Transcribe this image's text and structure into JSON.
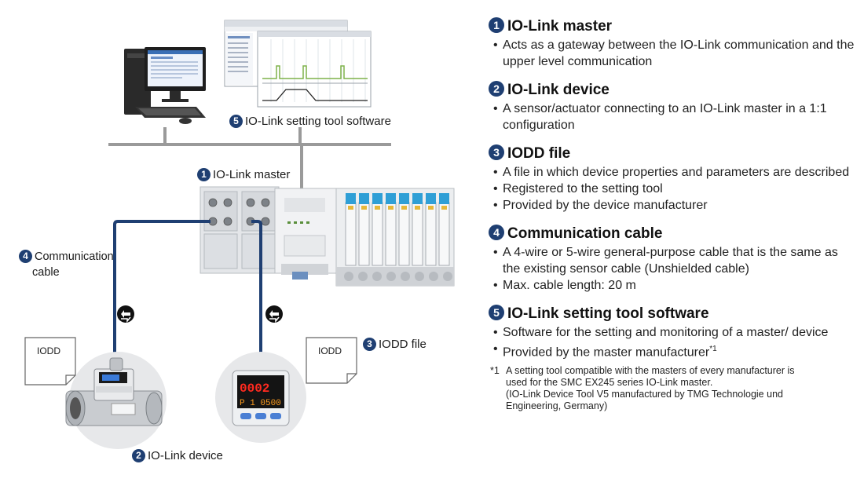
{
  "diagram": {
    "software_label": "IO-Link setting tool software",
    "software_badge": "5",
    "master_label": "IO-Link master",
    "master_badge": "1",
    "cable_label_line1": "Communication",
    "cable_label_line2": "cable",
    "cable_badge": "4",
    "iodd_file_label": "IODD file",
    "iodd_file_badge": "3",
    "iodd_card_1": "IODD",
    "iodd_card_2": "IODD",
    "device_label": "IO-Link device",
    "device_badge": "2",
    "pressure_display_top": "0002",
    "pressure_display_bottom": "P 1 0500"
  },
  "sections": [
    {
      "badge": "1",
      "title": "IO-Link master",
      "bullets": [
        "Acts as a gateway between the IO-Link communication and the upper level communication"
      ]
    },
    {
      "badge": "2",
      "title": "IO-Link device",
      "bullets": [
        "A sensor/actuator connecting to an IO-Link master in a 1:1 configuration"
      ]
    },
    {
      "badge": "3",
      "title": "IODD file",
      "bullets": [
        "A file in which device properties and parameters are described",
        "Registered to the setting tool",
        "Provided by the device manufacturer"
      ]
    },
    {
      "badge": "4",
      "title": "Communication cable",
      "bullets": [
        "A 4-wire or 5-wire general-purpose cable that is the same as the existing sensor cable (Unshielded cable)",
        "Max. cable length: 20 m"
      ]
    },
    {
      "badge": "5",
      "title": "IO-Link setting tool software",
      "bullets": [
        "Software for the setting and monitoring of a master/ device",
        "Provided by the master manufacturer"
      ],
      "last_bullet_sup": "*1"
    }
  ],
  "footnote": {
    "marker": "*1",
    "lines": [
      "A setting tool compatible with the masters of every manufacturer is",
      "used for the SMC EX245 series IO-Link master.",
      "(IO-Link Device Tool V5 manufactured by TMG Technologie und",
      "Engineering, Germany)"
    ]
  }
}
